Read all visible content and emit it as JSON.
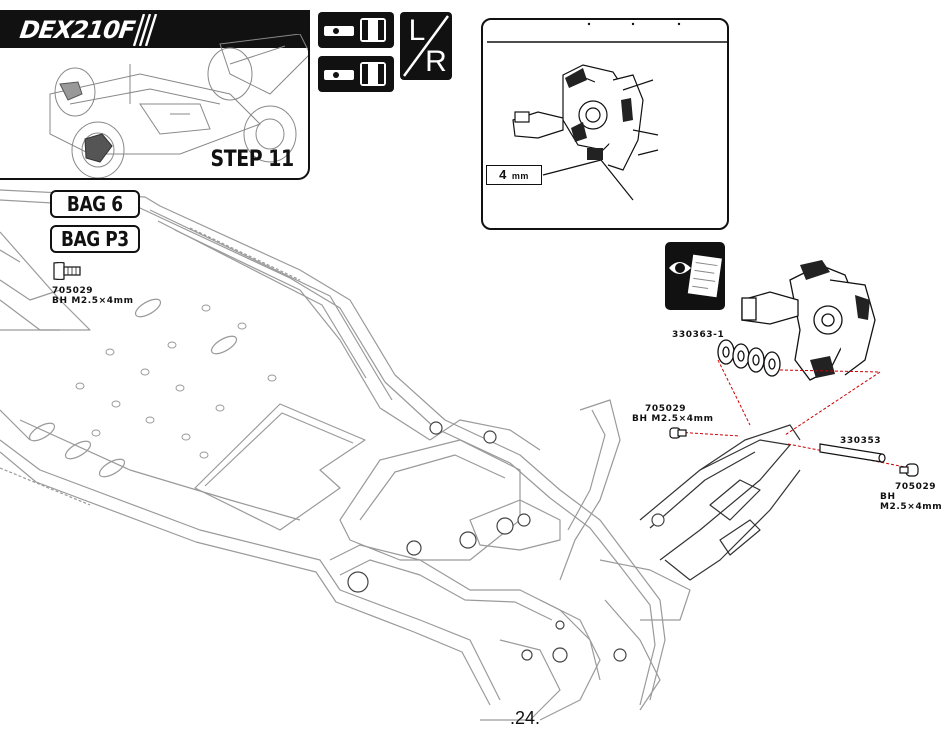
{
  "header": {
    "logo_text": "DEX210F",
    "step_label": "STEP 11"
  },
  "bags": [
    {
      "label": "BAG 6"
    },
    {
      "label": "BAG P3"
    }
  ],
  "hardware_legend": {
    "part_number": "705029",
    "description": "BH M2.5×4mm"
  },
  "orientation_badge": {
    "left": "L",
    "right": "R"
  },
  "detail": {
    "size_value": "4",
    "size_unit": "mm"
  },
  "callouts": [
    {
      "part_number": "330363-1"
    },
    {
      "part_number": "705029",
      "description": "BH M2.5×4mm"
    },
    {
      "part_number": "330353"
    },
    {
      "part_number": "705029",
      "description": "BH M2.5×4mm"
    }
  ],
  "page_number": ".24."
}
